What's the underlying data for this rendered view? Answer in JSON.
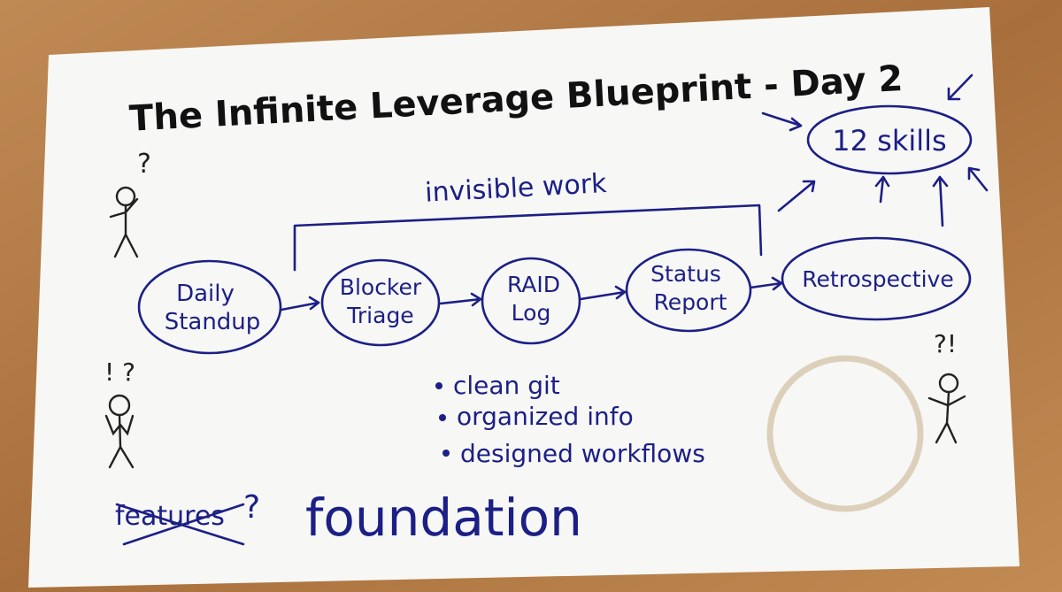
{
  "title": "The Infinite Leverage Blueprint - Day 2",
  "goal": "12 skills",
  "bracket_label": "invisible work",
  "flow": [
    {
      "line1": "Daily",
      "line2": "Standup"
    },
    {
      "line1": "Blocker",
      "line2": "Triage"
    },
    {
      "line1": "RAID",
      "line2": "Log"
    },
    {
      "line1": "Status",
      "line2": "Report"
    },
    {
      "line1": "Retrospective",
      "line2": ""
    }
  ],
  "bullets": [
    "clean git",
    "organized info",
    "designed workflows"
  ],
  "crossed_out": "features",
  "crossed_mark": "?",
  "emphasis": "foundation",
  "figure_marks": [
    "?",
    "! ?",
    "?!"
  ],
  "colors": {
    "ink": "#1c1f86",
    "paper": "#fafafa",
    "wood": "#b57d48",
    "title": "#111111"
  }
}
